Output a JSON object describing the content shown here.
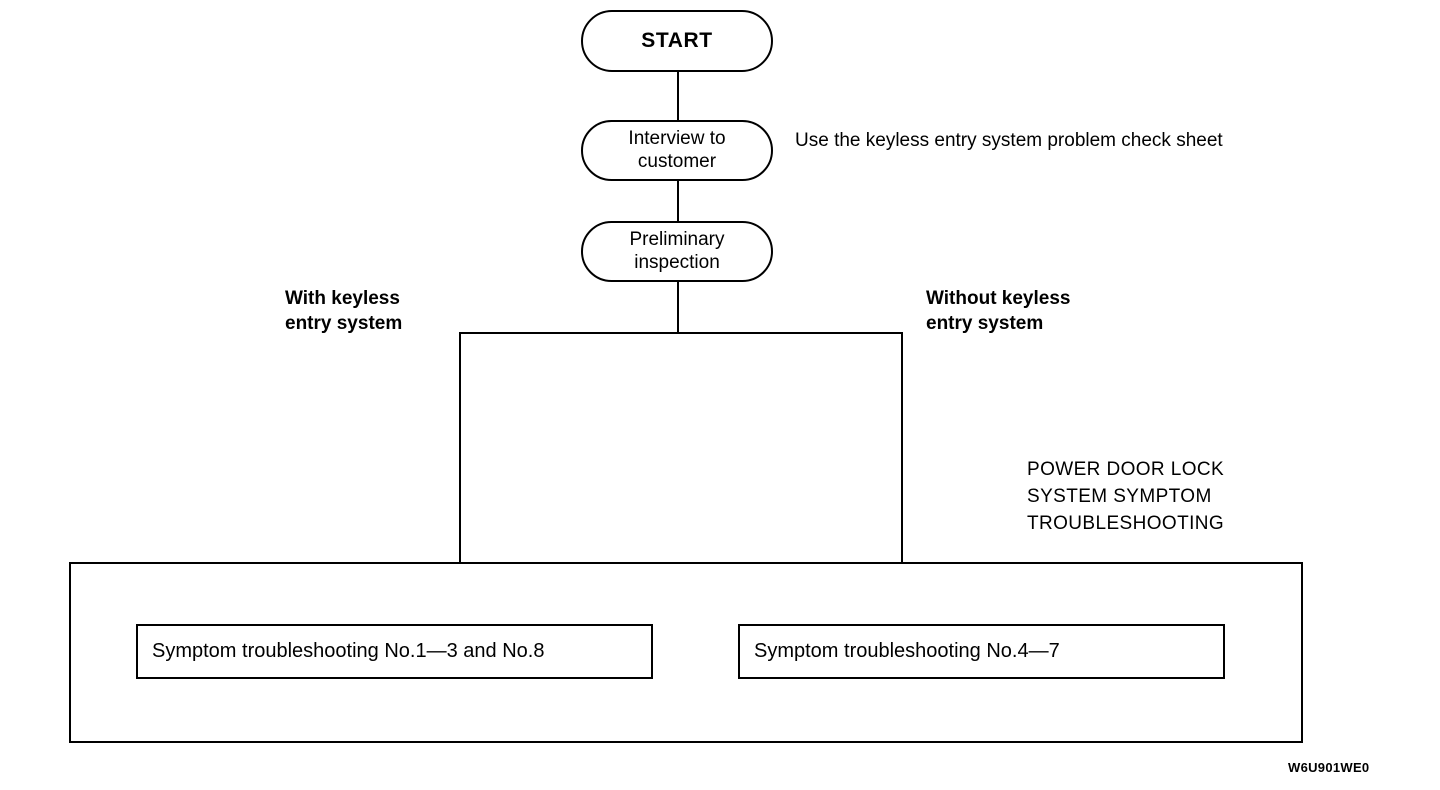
{
  "diagram": {
    "title": "Keyless entry / power door lock troubleshooting flow",
    "footer_code": "W6U901WE0",
    "colors": {
      "background": "#ffffff",
      "stroke": "#000000",
      "text": "#000000"
    },
    "nodes": [
      {
        "id": "start",
        "shape": "terminator",
        "label": "START"
      },
      {
        "id": "interview",
        "shape": "terminator",
        "label": "Interview to\ncustomer"
      },
      {
        "id": "preliminary",
        "shape": "terminator",
        "label": "Preliminary\ninspection"
      }
    ],
    "branch_labels": {
      "left": "With keyless\nentry system",
      "right": "Without keyless\nentry system"
    },
    "annotations": {
      "check_sheet_note": "Use the keyless entry system problem check sheet",
      "group_box_title": "POWER DOOR LOCK\nSYSTEM SYMPTOM\nTROUBLESHOOTING"
    },
    "results": [
      {
        "id": "result-left",
        "label": "Symptom troubleshooting No.1—3 and No.8"
      },
      {
        "id": "result-right",
        "label": "Symptom troubleshooting No.4—7"
      }
    ],
    "edges": [
      {
        "from": "start",
        "to": "interview",
        "type": "line"
      },
      {
        "from": "interview",
        "to": "preliminary",
        "type": "line"
      },
      {
        "from": "preliminary",
        "to": "branch",
        "type": "line"
      },
      {
        "from": "branch",
        "to": "result-left",
        "type": "arrow",
        "label": "With keyless entry system"
      },
      {
        "from": "branch",
        "to": "result-right",
        "type": "arrow",
        "label": "Without keyless entry system"
      }
    ]
  }
}
